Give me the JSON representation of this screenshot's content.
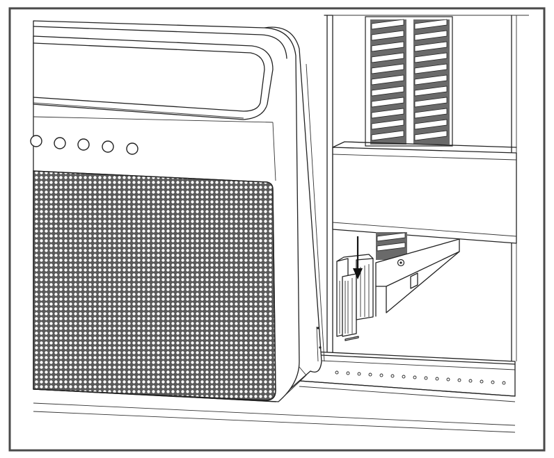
{
  "diagram": {
    "type": "installation-illustration",
    "colors": {
      "frame": "#4a4a4a",
      "line": "#222222",
      "background": "#ffffff",
      "grille_hole": "#ffffff",
      "grille_bg": "#5a5a5a"
    },
    "parts": [
      "air-conditioner-unit",
      "control-buttons",
      "front-grille",
      "window-frame",
      "window-sash",
      "side-vents",
      "support-bracket",
      "mounting-rail"
    ],
    "control_button_count": 5,
    "arrow_direction": "down"
  }
}
